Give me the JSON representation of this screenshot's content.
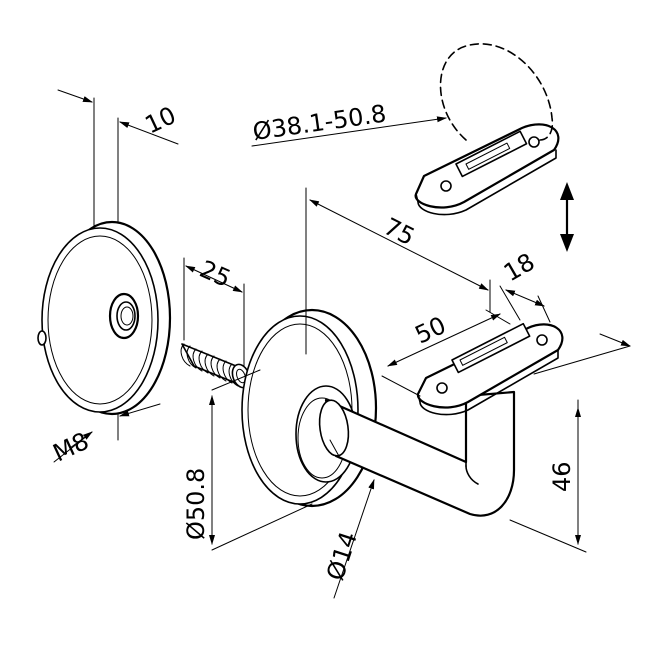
{
  "dimensions": {
    "wall_thickness": "10",
    "thread_size": "M8",
    "stud_length": "25",
    "rosette_diameter": "Ø50.8",
    "bar_diameter": "Ø14",
    "projection": "75",
    "saddle_length": "50",
    "saddle_width": "18",
    "height": "46",
    "handrail_range": "Ø38.1-50.8"
  },
  "colors": {
    "line": "#000000",
    "background": "#ffffff"
  },
  "icons": {
    "adjust_arrow": "double-arrow-vertical-icon"
  }
}
